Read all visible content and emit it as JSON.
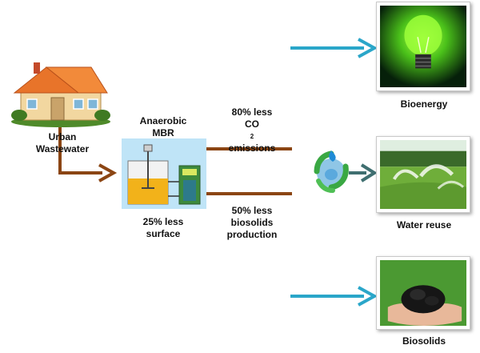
{
  "source": {
    "line1": "Urban",
    "line2": "Wastewater"
  },
  "reactor": {
    "line1": "Anaerobic",
    "line2": "MBR",
    "note_line1": "25% less",
    "note_line2": "surface"
  },
  "benefits": {
    "co2": {
      "line1": "80% less",
      "line2_prefix": "CO",
      "line2_sub": "2",
      "line3": "emissions"
    },
    "biosolids": {
      "line1": "50% less",
      "line2": "biosolids",
      "line3": "production"
    }
  },
  "outputs": {
    "bioenergy": "Bioenergy",
    "water_reuse": "Water reuse",
    "biosolids": "Biosolids"
  },
  "colors": {
    "brown_arrow": "#8b4513",
    "blue_arrow": "#2aa6c9",
    "teal_arrow": "#3f7f80",
    "reactor_bg": "#bfe4f7",
    "liquid": "#f2b21a"
  }
}
